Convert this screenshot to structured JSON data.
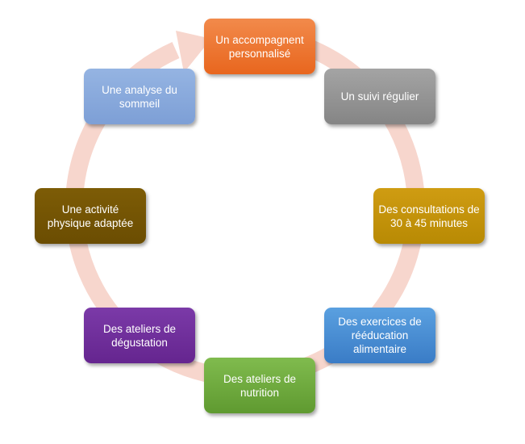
{
  "diagram": {
    "title": "",
    "ring_color": "#f7d6cd",
    "nodes": [
      {
        "label": "Un accompagnent personnalisé",
        "color_top": "#f28a4b",
        "color_bottom": "#e8661e"
      },
      {
        "label": "Un suivi régulier",
        "color_top": "#a4a4a4",
        "color_bottom": "#858585"
      },
      {
        "label": "Des consultations de 30 à 45 minutes",
        "color_top": "#cf9c12",
        "color_bottom": "#b88a04"
      },
      {
        "label": "Des exercices de rééducation alimentaire",
        "color_top": "#5aa0e0",
        "color_bottom": "#3a7cc6"
      },
      {
        "label": "Des ateliers de nutrition",
        "color_top": "#80bb4e",
        "color_bottom": "#5f9a30"
      },
      {
        "label": "Des ateliers de dégustation",
        "color_top": "#7b3aa8",
        "color_bottom": "#65258f"
      },
      {
        "label": "Une activité physique adaptée",
        "color_top": "#7d5c06",
        "color_bottom": "#6b4d02"
      },
      {
        "label": "Une analyse du sommeil",
        "color_top": "#95b4e2",
        "color_bottom": "#7d9fd6"
      }
    ]
  }
}
